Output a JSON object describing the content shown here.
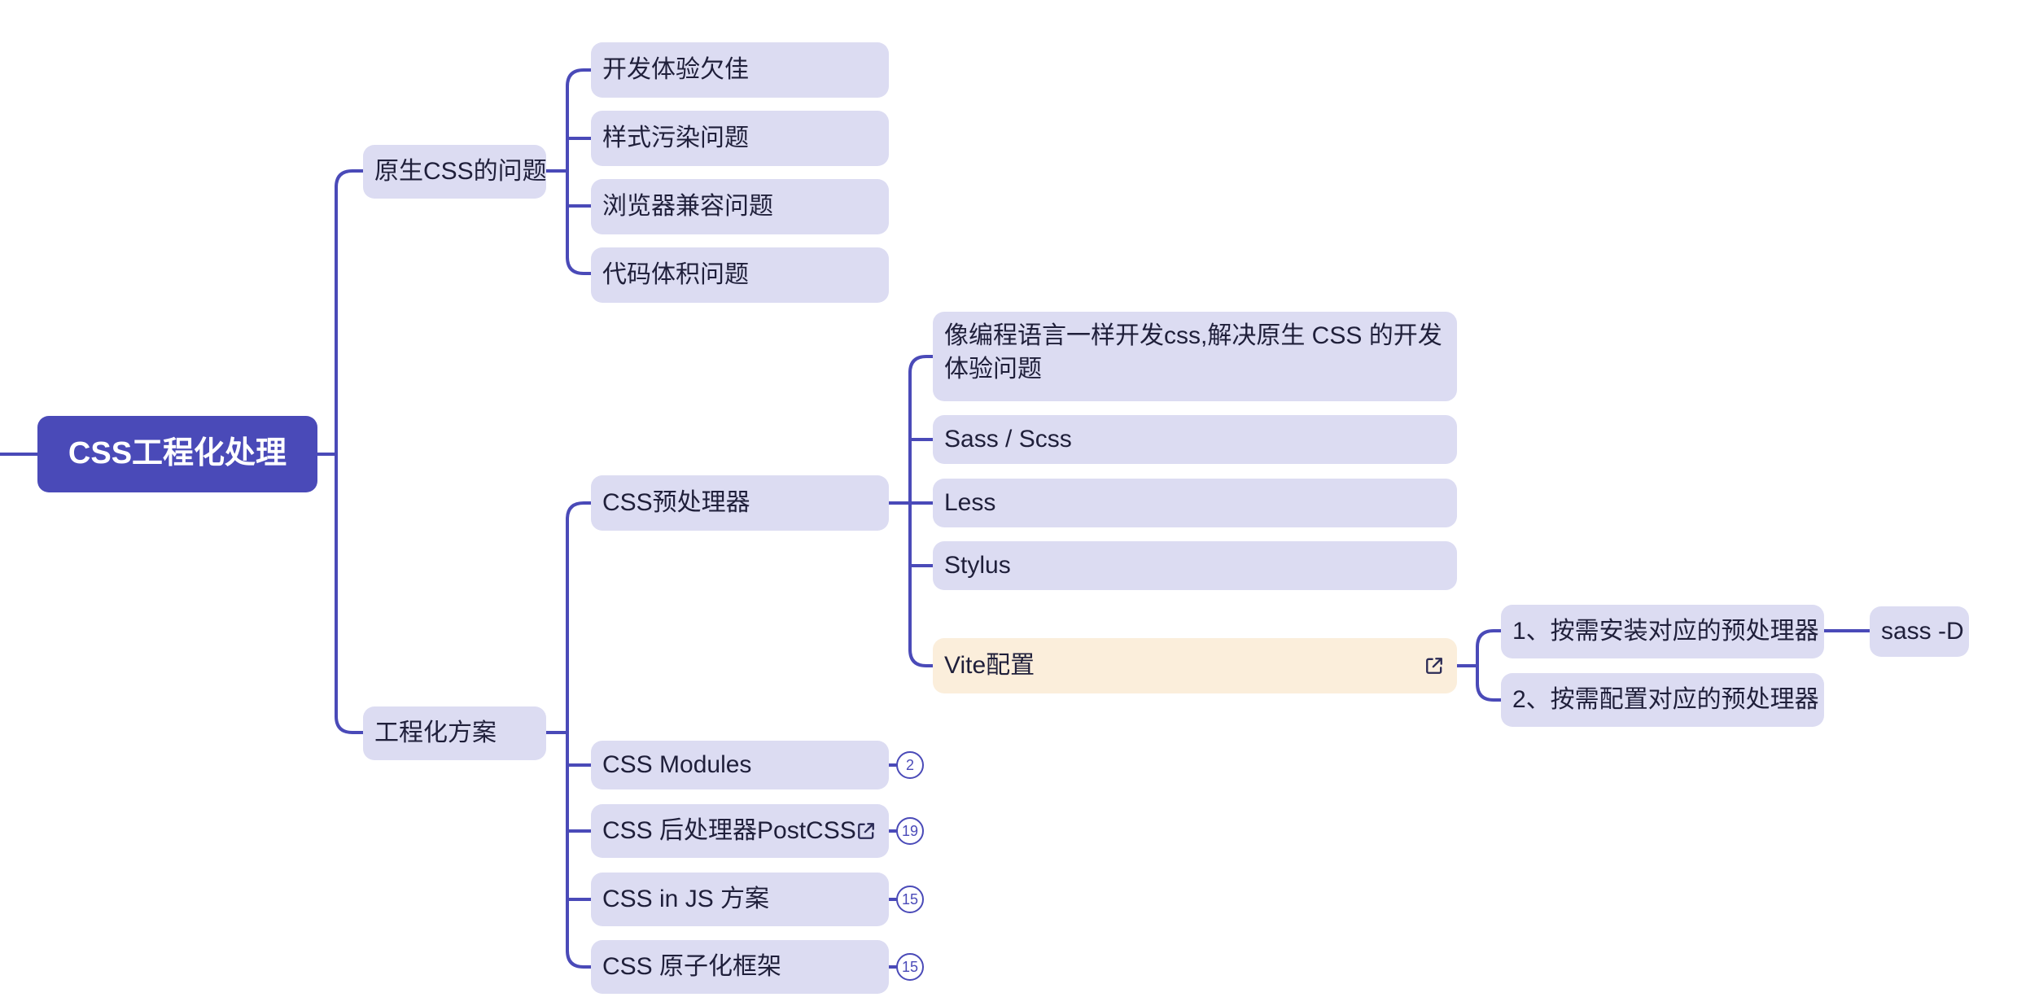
{
  "root": {
    "label": "CSS工程化处理"
  },
  "branch_problems": {
    "label": "原生CSS的问题",
    "children": [
      "开发体验欠佳",
      "样式污染问题",
      "浏览器兼容问题",
      "代码体积问题"
    ]
  },
  "branch_engineering": {
    "label": "工程化方案",
    "preprocessor": {
      "label": "CSS预处理器",
      "children": [
        "像编程语言一样开发css,解决原生 CSS 的开发体验问题",
        "Sass / Scss",
        "Less",
        "Stylus"
      ],
      "vite": {
        "label": "Vite配置",
        "steps": [
          "1、按需安装对应的预处理器",
          "2、按需配置对应的预处理器"
        ],
        "install_cmd": "sass -D"
      }
    },
    "modules": {
      "label": "CSS Modules",
      "count": "2"
    },
    "postcss": {
      "label": "CSS 后处理器PostCSS",
      "count": "19"
    },
    "css_in_js": {
      "label": "CSS in JS 方案",
      "count": "15"
    },
    "atomic": {
      "label": "CSS 原子化框架",
      "count": "15"
    }
  },
  "colors": {
    "line": "#4a4ab8",
    "node": "#dcdcf2",
    "root": "#4a4ab8",
    "highlight": "#fbeedb"
  }
}
